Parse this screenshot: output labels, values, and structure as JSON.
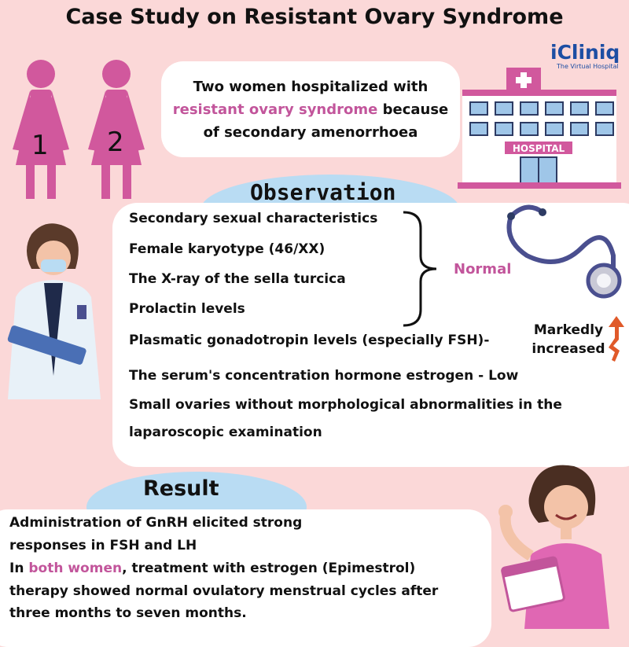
{
  "title": "Case Study on Resistant Ovary Syndrome",
  "logo": {
    "name": "iCliniq",
    "tagline": "The Virtual Hospital"
  },
  "women": {
    "label_1": "1",
    "label_2": "2",
    "color": "#d1589d"
  },
  "intro": {
    "line1": "Two women hospitalized with",
    "highlight": "resistant ovary syndrome",
    "line2_rest": " because",
    "line3": "of secondary amenorrhoea"
  },
  "hospital_sign": "HOSPITAL",
  "observation": {
    "heading": "Observation",
    "items": [
      "Secondary sexual characteristics",
      "Female karyotype (46/XX)",
      "The X-ray of the sella turcica",
      "Prolactin levels",
      "Plasmatic gonadotropin levels (especially FSH)-",
      "The serum's concentration hormone estrogen - Low",
      "Small ovaries without morphological abnormalities in the",
      "laparoscopic examination"
    ],
    "normal_label": "Normal",
    "marked_line1": "Markedly",
    "marked_line2": "increased"
  },
  "result": {
    "heading": "Result",
    "line1": "Administration of GnRH elicited strong",
    "line2": "responses in FSH and LH",
    "line3_prefix": "In ",
    "line3_highlight": "both women",
    "line3_rest": ", treatment with estrogen (Epimestrol)",
    "line4": "therapy showed normal ovulatory menstrual cycles after",
    "line5": "three months to seven months."
  },
  "colors": {
    "background": "#fbd8d8",
    "accent_pink": "#c2559b",
    "blob_blue": "#b9dcf3",
    "brand_blue": "#1d4ea3"
  }
}
